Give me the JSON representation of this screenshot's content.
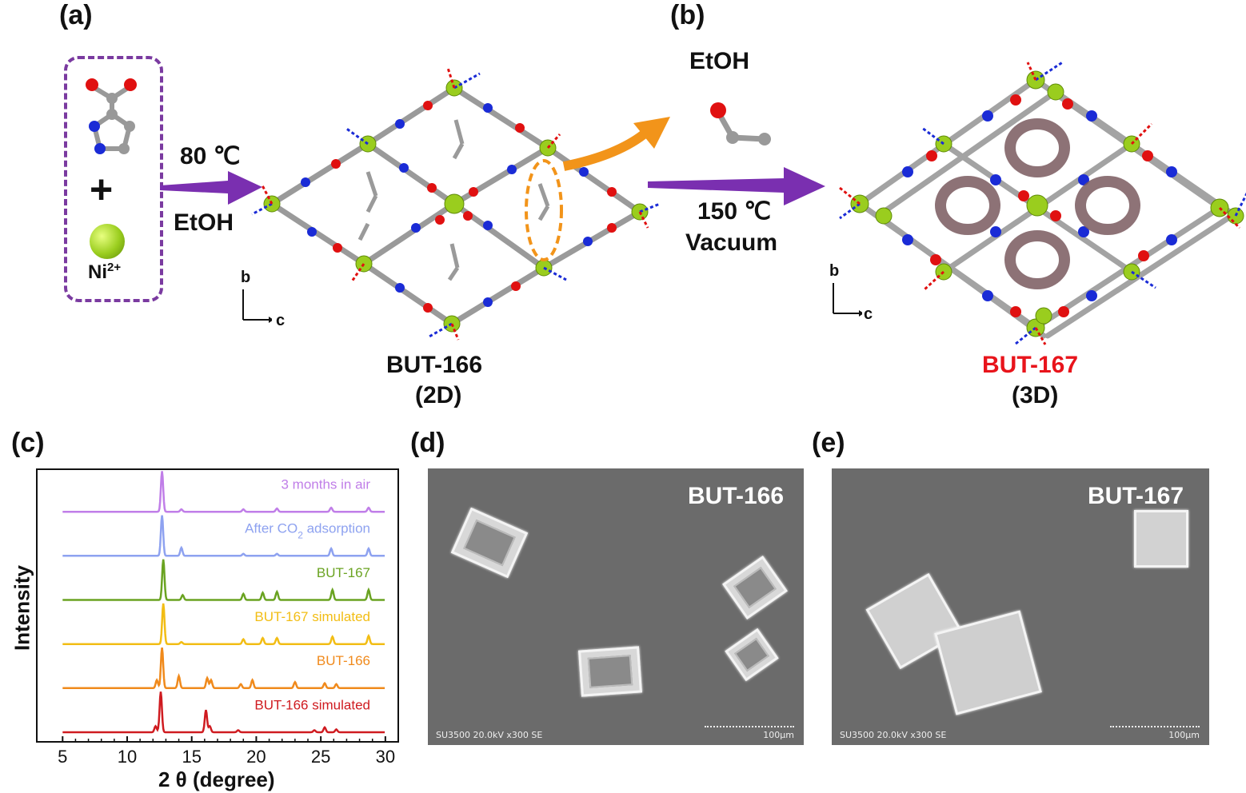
{
  "panels": {
    "a": "(a)",
    "b": "(b)",
    "c": "(c)",
    "d": "(d)",
    "e": "(e)"
  },
  "scheme": {
    "plus": "+",
    "ion": "Ni",
    "ion_charge": "2+",
    "step1_temp": "80 ℃",
    "step1_solvent": "EtOH",
    "released": "EtOH",
    "step2_temp": "150 ℃",
    "step2_cond": "Vacuum",
    "axis_b": "b",
    "axis_c": "c",
    "mof1_name": "BUT-166",
    "mof1_dim": "(2D)",
    "mof2_name": "BUT-167",
    "mof2_dim": "(3D)",
    "mof2_color": "#e8141b"
  },
  "chart_data": {
    "type": "line",
    "xlabel": "2 θ (degree)",
    "ylabel": "Intensity",
    "xlim": [
      3,
      31
    ],
    "xticks": [
      5,
      10,
      15,
      20,
      25,
      30
    ],
    "series": [
      {
        "name": "3 months in air",
        "color": "#c07ee8",
        "peaks": [
          [
            12.7,
            1.0
          ],
          [
            14.2,
            0.06
          ],
          [
            19.0,
            0.06
          ],
          [
            21.6,
            0.08
          ],
          [
            25.8,
            0.1
          ],
          [
            28.7,
            0.1
          ]
        ]
      },
      {
        "name": "After CO2 adsorption",
        "color": "#8ea2f0",
        "peaks": [
          [
            12.7,
            1.0
          ],
          [
            14.2,
            0.2
          ],
          [
            19.0,
            0.05
          ],
          [
            21.6,
            0.05
          ],
          [
            25.8,
            0.18
          ],
          [
            28.7,
            0.18
          ]
        ]
      },
      {
        "name": "BUT-167",
        "color": "#6aa321",
        "peaks": [
          [
            12.8,
            1.0
          ],
          [
            14.3,
            0.12
          ],
          [
            19.0,
            0.15
          ],
          [
            20.5,
            0.18
          ],
          [
            21.6,
            0.2
          ],
          [
            25.9,
            0.25
          ],
          [
            28.7,
            0.25
          ]
        ]
      },
      {
        "name": "BUT-167 simulated",
        "color": "#f2bd14",
        "peaks": [
          [
            12.8,
            1.0
          ],
          [
            14.2,
            0.05
          ],
          [
            19.0,
            0.12
          ],
          [
            20.5,
            0.15
          ],
          [
            21.6,
            0.15
          ],
          [
            25.9,
            0.18
          ],
          [
            28.7,
            0.2
          ]
        ]
      },
      {
        "name": "BUT-166",
        "color": "#f08a1c",
        "peaks": [
          [
            12.3,
            0.2
          ],
          [
            12.7,
            1.0
          ],
          [
            14.0,
            0.3
          ],
          [
            16.2,
            0.25
          ],
          [
            16.5,
            0.2
          ],
          [
            18.8,
            0.1
          ],
          [
            19.7,
            0.2
          ],
          [
            23.0,
            0.15
          ],
          [
            25.3,
            0.12
          ],
          [
            26.2,
            0.1
          ]
        ]
      },
      {
        "name": "BUT-166 simulated",
        "color": "#cf1b20",
        "peaks": [
          [
            12.2,
            0.15
          ],
          [
            12.6,
            1.0
          ],
          [
            16.1,
            0.55
          ],
          [
            16.4,
            0.15
          ],
          [
            18.6,
            0.05
          ],
          [
            24.5,
            0.05
          ],
          [
            25.3,
            0.12
          ],
          [
            26.2,
            0.07
          ]
        ]
      }
    ]
  },
  "sem_d": {
    "name": "BUT-166",
    "footer": "SU3500 20.0kV x300 SE",
    "scale": "100μm"
  },
  "sem_e": {
    "name": "BUT-167",
    "footer": "SU3500 20.0kV x300 SE",
    "scale": "100μm"
  },
  "colors": {
    "ni": "#9acd1e",
    "o": "#e01010",
    "n": "#1a2bd6",
    "c": "#9a9a9a",
    "arrow": "#7a2fb0",
    "arrow_orange": "#f2941a",
    "box": "#7a3aa0"
  }
}
